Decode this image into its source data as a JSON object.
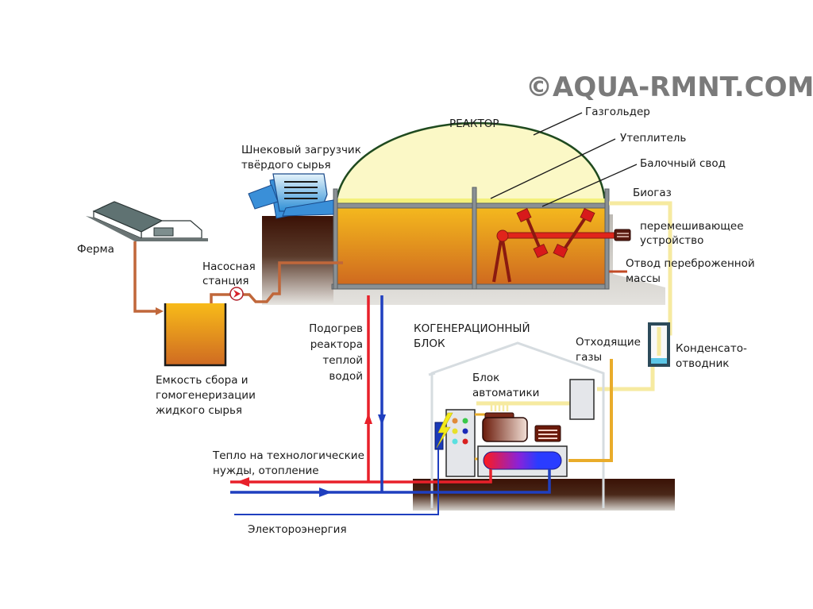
{
  "watermark": "©AQUA-RMNT.COM",
  "labels": {
    "reactor": "РЕАКТОР",
    "gasholder": "Газгольдер",
    "insulation": "Утеплитель",
    "beam_vault": "Балочный свод",
    "biogas": "Биогаз",
    "screw_loader_1": "Шнековый загрузчик",
    "screw_loader_2": "твёрдого сырья",
    "farm": "Ферма",
    "pump_station_1": "Насосная",
    "pump_station_2": "станция",
    "mixer_1": "перемешивающее",
    "mixer_2": "устройство",
    "digestate_1": "Отвод переброженной",
    "digestate_2": "массы",
    "tank_1": "Емкость сбора и",
    "tank_2": "гомогенеризации",
    "tank_3": "жидкого сырья",
    "reactor_heating_1": "Подогрев",
    "reactor_heating_2": "реактора",
    "reactor_heating_3": "теплой",
    "reactor_heating_4": "водой",
    "chp_1": "КОГЕНЕРАЦИОННЫЙ",
    "chp_2": "БЛОК",
    "exhaust_1": "Отходящие",
    "exhaust_2": "газы",
    "condensate_1": "Конденсато-",
    "condensate_2": "отводник",
    "automation_1": "Блок",
    "automation_2": "автоматики",
    "process_heat_1": "Тепло на технологические",
    "process_heat_2": "нужды, отопление",
    "electricity": "Электороэнергия"
  },
  "colors": {
    "substrate_top": "#f2b21c",
    "substrate_bottom": "#d3701f",
    "gas_dome": "#fbf7c4",
    "dome_outline": "#1f4a1f",
    "hot_water": "#e8202a",
    "cold_water": "#1f3fbf",
    "biogas_pipe": "#f6eaa0",
    "exhaust_pipe": "#e9ac2a",
    "manure_pipe": "#c0673a",
    "ground_dark": "#3a1408",
    "wall_gray": "#8a9094",
    "house_outline": "#d6dce0"
  }
}
